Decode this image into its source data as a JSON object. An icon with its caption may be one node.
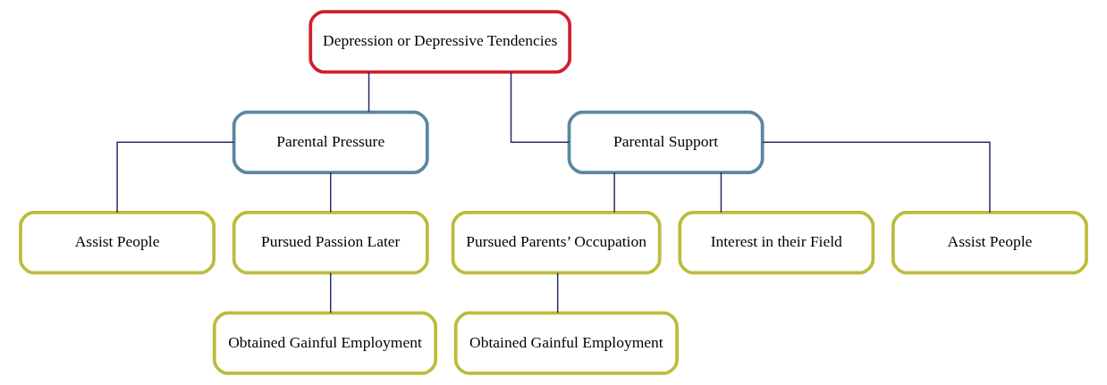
{
  "diagram": {
    "nodes": [
      {
        "text": [
          "Depression or Depressive Tendencies"
        ]
      },
      {
        "text": [
          "Parental Pressure"
        ]
      },
      {
        "text": [
          "Parental Support"
        ]
      },
      {
        "text": [
          "Assist People"
        ]
      },
      {
        "text": [
          "Pursued Passion Later"
        ]
      },
      {
        "text": [
          "Pursued Parents’ Occupation"
        ]
      },
      {
        "text": [
          "Interest in their Field"
        ]
      },
      {
        "text": [
          "Assist People"
        ]
      },
      {
        "text": [
          "Obtained Gainful Employment"
        ]
      },
      {
        "text": [
          "Obtained Gainful Employment"
        ]
      }
    ],
    "edges": [
      {
        "from": 0,
        "to": 1,
        "arrow": "none"
      },
      {
        "from": 0,
        "to": 2,
        "arrow": "none"
      },
      {
        "from": 1,
        "to": 3,
        "arrow": "none"
      },
      {
        "from": 1,
        "to": 4,
        "arrow": "none"
      },
      {
        "from": 2,
        "to": 5,
        "arrow": "none"
      },
      {
        "from": 2,
        "to": 6,
        "arrow": "none"
      },
      {
        "from": 2,
        "to": 7,
        "arrow": "none"
      },
      {
        "from": 4,
        "to": 8,
        "arrow": "none"
      },
      {
        "from": 5,
        "to": 9,
        "arrow": "none"
      }
    ]
  }
}
